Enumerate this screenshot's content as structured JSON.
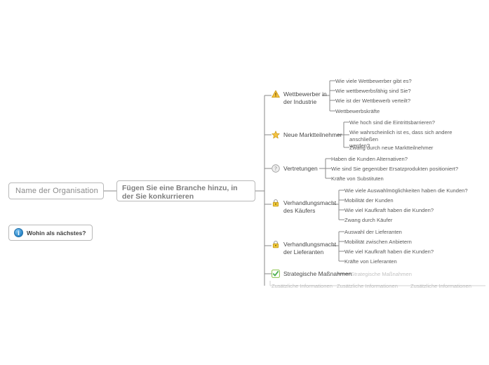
{
  "root": {
    "label": "Name der Organisation"
  },
  "branch": {
    "label": "Fügen Sie eine Branche hinzu, in der Sie konkurrieren"
  },
  "next_step": {
    "icon": "info-icon",
    "label": "Wohin als nächstes?"
  },
  "topics": [
    {
      "icon": "warning-icon",
      "label": "Wettbewerber in\nder Industrie",
      "children": [
        "Wie viele Wettbewerber gibt es?",
        "Wie wettbewerbsfähig sind Sie?",
        "Wie ist der Wettbewerb verteilt?",
        "Wettbewerbskräfte"
      ]
    },
    {
      "icon": "star-icon",
      "label": "Neue Marktteilnehmer",
      "children": [
        "Wie hoch sind die Eintrittsbarrieren?",
        "Wie wahrscheinlich ist es, dass sich andere anschließen\nwerden?",
        "Zwang durch neue Marktteilnehmer"
      ]
    },
    {
      "icon": "help-icon",
      "label": "Vertretungen",
      "children": [
        "Haben die Kunden Alternativen?",
        "Wie sind Sie gegenüber Ersatzprodukten positioniert?",
        "Kräfte von Substituten"
      ]
    },
    {
      "icon": "lock-icon",
      "label": "Verhandlungsmacht\ndes Käufers",
      "children": [
        "Wie viele Auswahlmöglichkeiten haben die Kunden?",
        "Mobilität der Kunden",
        "Wie viel Kaufkraft haben die Kunden?",
        "Zwang durch Käufer"
      ]
    },
    {
      "icon": "lock-icon",
      "label": "Verhandlungsmacht\nder Lieferanten",
      "children": [
        "Auswahl der Lieferanten",
        "Mobilität zwischen Anbietern",
        "Wie viel Kaufkraft haben die Kunden?",
        "Kräfte von Lieferanten"
      ]
    },
    {
      "icon": "check-icon",
      "label": "Strategische Maßnahmen",
      "children": [
        "Strategische Maßnahmen"
      ]
    }
  ],
  "placeholders": {
    "row": [
      "Zusätzliche Informationen",
      "Zusätzliche Informationen",
      "Zusätzliche Informationen"
    ]
  },
  "colors": {
    "node_border": "#b9b9b9",
    "wire": "#8a8a8a",
    "ghost_text": "#c2c2c2",
    "label_text": "#4a4a4a"
  }
}
